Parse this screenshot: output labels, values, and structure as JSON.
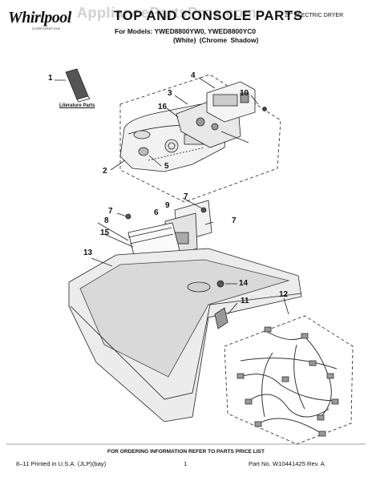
{
  "header": {
    "brand": "Whirlpool",
    "brand_sub": "CORPORATION",
    "title": "TOP AND CONSOLE PARTS",
    "models_line": "For Models: YWED8800YW0, YWED8800YC0",
    "variants_line": "(White)    (Chrome Shadow)",
    "product_type": "27\" ELECTRIC DRYER",
    "watermark": "AppliancePartsPros.com"
  },
  "callouts": [
    "1",
    "2",
    "3",
    "4",
    "5",
    "6",
    "7",
    "7",
    "7",
    "8",
    "9",
    "10",
    "11",
    "12",
    "13",
    "14",
    "15",
    "16"
  ],
  "literature_label": "Literature Parts",
  "footer": {
    "ordering_note": "FOR ORDERING INFORMATION REFER TO PARTS PRICE LIST",
    "printed": "8–11 Printed in U.S.A. (JLP)(bay)",
    "page_number": "1",
    "part_number": "Part No. W10441425 Rev. A"
  }
}
